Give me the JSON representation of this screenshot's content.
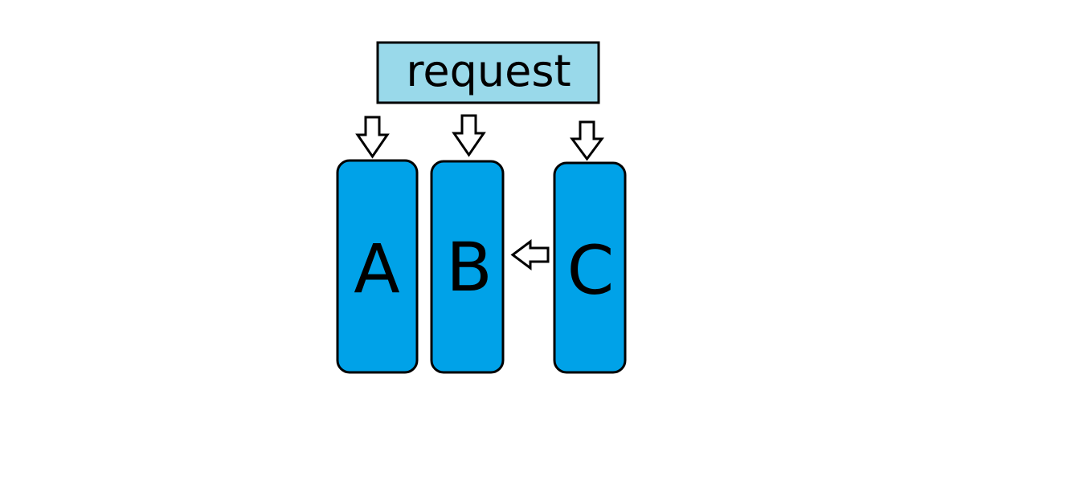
{
  "request": {
    "label": "request"
  },
  "nodes": [
    {
      "id": "a",
      "label": "A"
    },
    {
      "id": "b",
      "label": "B"
    },
    {
      "id": "c",
      "label": "C"
    }
  ],
  "colors": {
    "request_fill": "#99d9ea",
    "node_fill": "#00a2e8",
    "stroke": "#000000",
    "arrow_fill": "#ffffff"
  }
}
